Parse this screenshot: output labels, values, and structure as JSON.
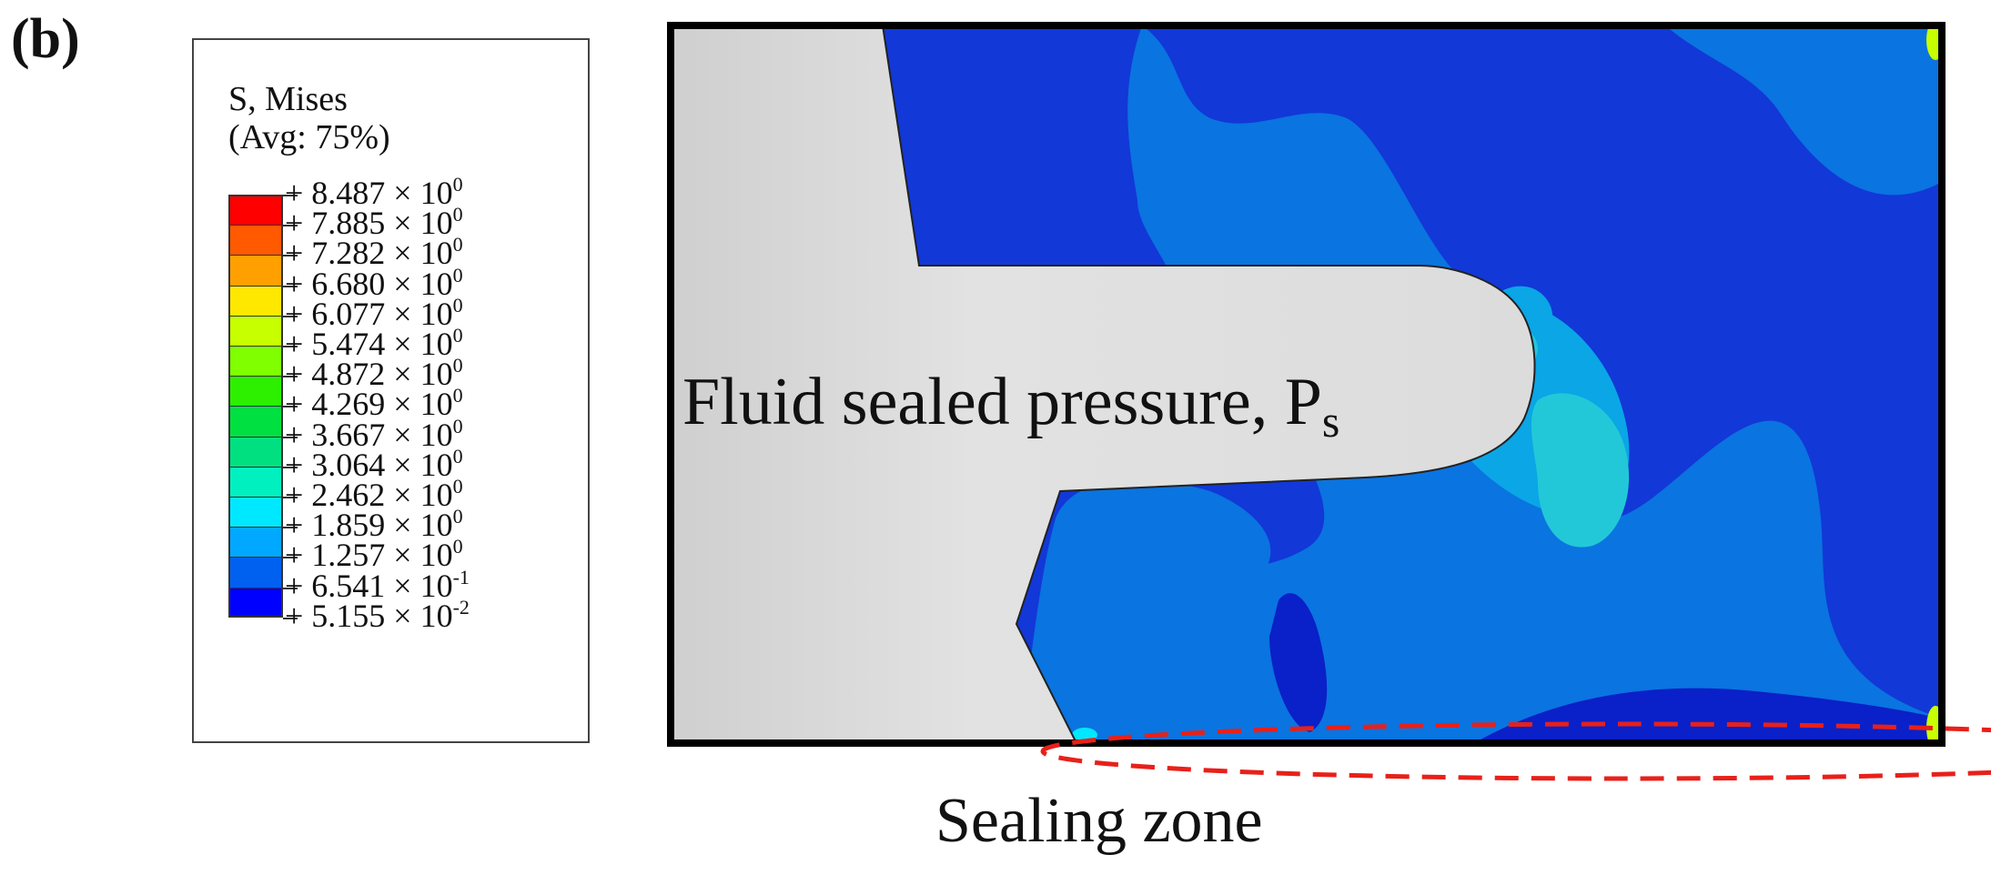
{
  "panel_label": "(b)",
  "legend": {
    "title_line1": "S, Mises",
    "title_line2": "(Avg: 75%)",
    "entries": [
      {
        "mantissa": "+ 8.487 × 10",
        "exp": "0"
      },
      {
        "mantissa": "+ 7.885 × 10",
        "exp": "0"
      },
      {
        "mantissa": "+ 7.282 × 10",
        "exp": "0"
      },
      {
        "mantissa": "+ 6.680 × 10",
        "exp": "0"
      },
      {
        "mantissa": "+ 6.077 × 10",
        "exp": "0"
      },
      {
        "mantissa": "+ 5.474 × 10",
        "exp": "0"
      },
      {
        "mantissa": "+ 4.872 × 10",
        "exp": "0"
      },
      {
        "mantissa": "+ 4.269 × 10",
        "exp": "0"
      },
      {
        "mantissa": "+ 3.667 × 10",
        "exp": "0"
      },
      {
        "mantissa": "+ 3.064 × 10",
        "exp": "0"
      },
      {
        "mantissa": "+ 2.462 × 10",
        "exp": "0"
      },
      {
        "mantissa": "+ 1.859 × 10",
        "exp": "0"
      },
      {
        "mantissa": "+ 1.257 × 10",
        "exp": "0"
      },
      {
        "mantissa": "+ 6.541 × 10",
        "exp": "-1"
      },
      {
        "mantissa": "+ 5.155 × 10",
        "exp": "-2"
      }
    ],
    "colors": [
      "#ff0000",
      "#ff5a00",
      "#ffa000",
      "#ffe800",
      "#c8ff00",
      "#80ff00",
      "#2cf000",
      "#00e040",
      "#00e080",
      "#00f0c0",
      "#00e8ff",
      "#00a8ff",
      "#0060f0",
      "#0000ff"
    ]
  },
  "labels": {
    "fluid_text": "Fluid sealed pressure, P",
    "fluid_sub": "s",
    "sealing_zone": "Sealing zone"
  },
  "colors": {
    "fluid_grey": "#dcdcdc",
    "low_stress_blue": "#1238d8",
    "mid_blue": "#0a74e0",
    "light_blue": "#0aa6e6",
    "cyan": "#22c8d8",
    "deep_blue": "#0a20c8",
    "ellipse_red": "#e8201a",
    "border_black": "#000000"
  }
}
